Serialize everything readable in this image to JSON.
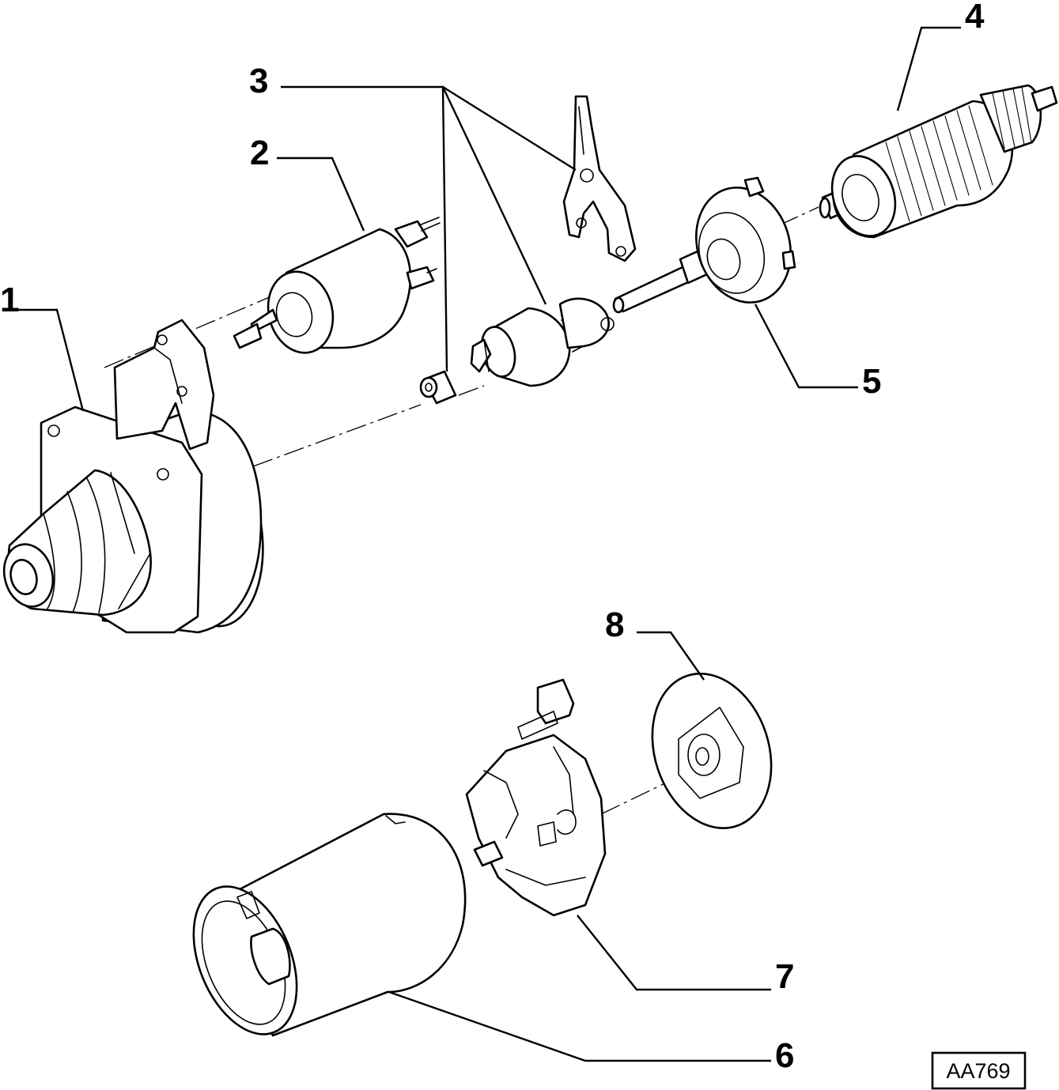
{
  "callouts": [
    {
      "id": "1",
      "label": "1"
    },
    {
      "id": "2",
      "label": "2"
    },
    {
      "id": "3",
      "label": "3"
    },
    {
      "id": "4",
      "label": "4"
    },
    {
      "id": "5",
      "label": "5"
    },
    {
      "id": "6",
      "label": "6"
    },
    {
      "id": "7",
      "label": "7"
    },
    {
      "id": "8",
      "label": "8"
    }
  ],
  "drawing_code": "AA769",
  "colors": {
    "ink": "#000000",
    "paper": "#ffffff"
  }
}
